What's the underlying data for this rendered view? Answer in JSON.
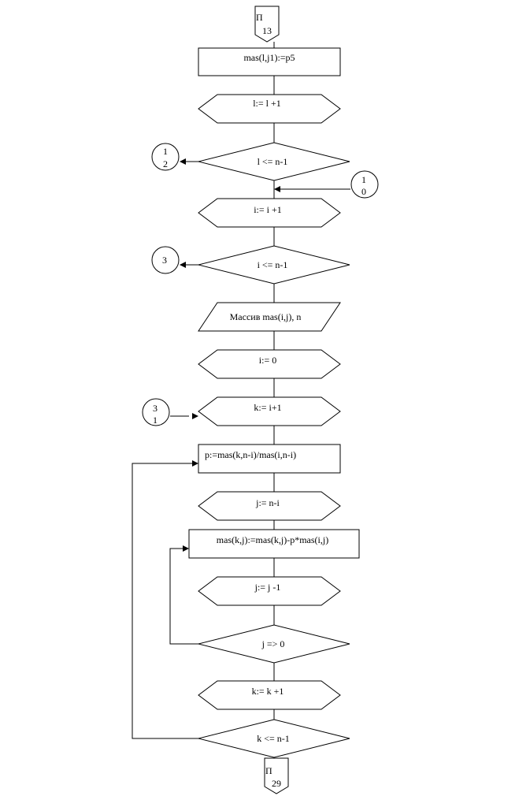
{
  "connectors": {
    "top": {
      "line1": "П",
      "line2": "13"
    },
    "bottom": {
      "line1": "П",
      "line2": "29"
    },
    "c12": {
      "line1": "1",
      "line2": "2"
    },
    "c10": {
      "line1": "1",
      "line2": "0"
    },
    "c3": {
      "line1": "3"
    },
    "c31": {
      "line1": "3",
      "line2": "1"
    }
  },
  "blocks": {
    "assign_p5": "mas(l,j1):=p5",
    "l_inc": "l:= l +1",
    "l_cond": "l <= n-1",
    "i_inc": "i:= i +1",
    "i_cond": "i <= n-1",
    "input": "Массив mas(i,j), n",
    "i_init": "i:= 0",
    "k_init": "k:= i+1",
    "p_calc": "p:=mas(k,n-i)/mas(i,n-i)",
    "j_init": "j:= n-i",
    "mas_calc": "mas(k,j):=mas(k,j)-p*mas(i,j)",
    "j_dec": "j:= j -1",
    "j_cond": "j => 0",
    "k_inc": "k:= k +1",
    "k_cond": "k <= n-1"
  }
}
